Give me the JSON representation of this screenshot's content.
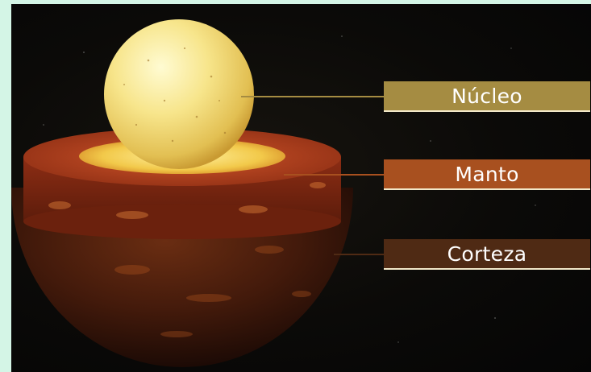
{
  "labels": {
    "nucleo": "Núcleo",
    "manto": "Manto",
    "corteza": "Corteza"
  },
  "colors": {
    "nucleo_label_bg": "#a58c42",
    "manto_label_bg": "#a8501f",
    "corteza_label_bg": "#4f2a14",
    "background": "#0b0a08",
    "outer_border": "#d4f5e6"
  }
}
